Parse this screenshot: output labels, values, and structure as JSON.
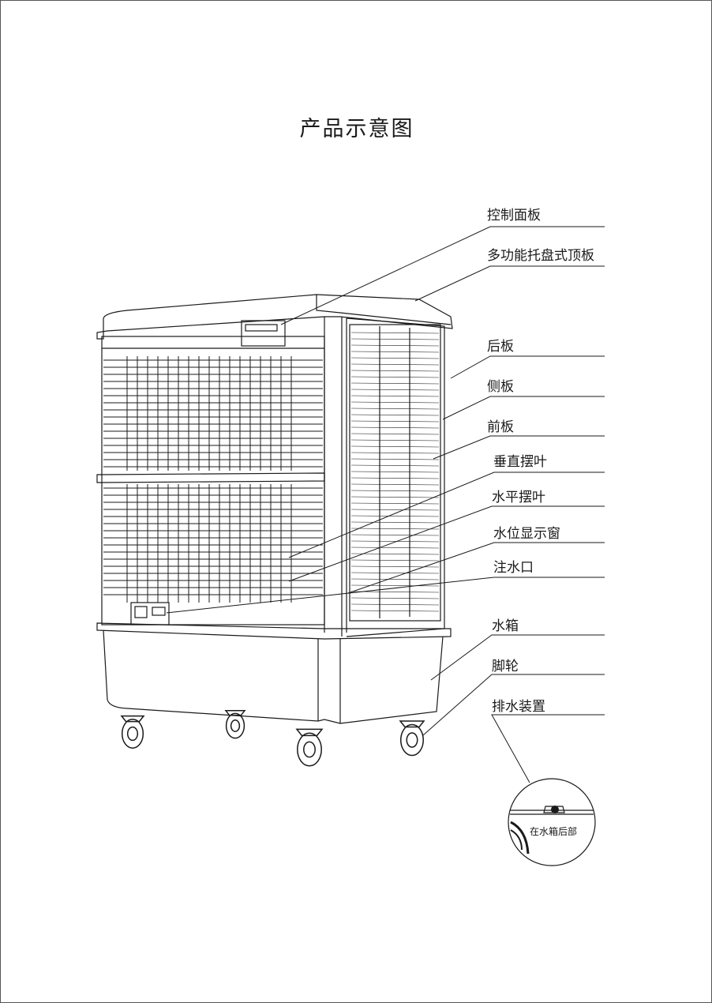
{
  "title": "产品示意图",
  "labels": {
    "control_panel": "控制面板",
    "top_plate": "多功能托盘式顶板",
    "back_panel": "后板",
    "side_panel": "侧板",
    "front_panel": "前板",
    "vertical_louver": "垂直摆叶",
    "horizontal_louver": "水平摆叶",
    "water_level_window": "水位显示窗",
    "water_inlet": "注水口",
    "water_tank": "水箱",
    "caster": "脚轮",
    "drain": "排水装置"
  },
  "inset_note": "在水箱后部"
}
